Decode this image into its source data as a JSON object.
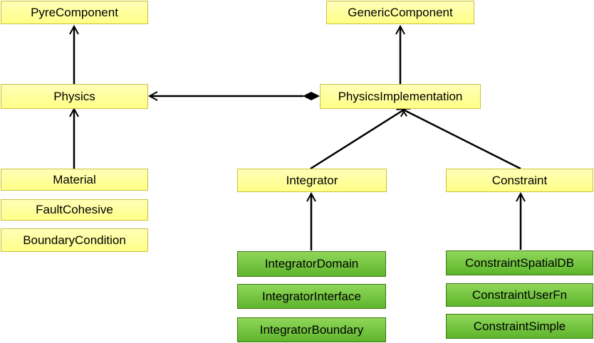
{
  "nodes": {
    "pyre_component": "PyreComponent",
    "generic_component": "GenericComponent",
    "physics": "Physics",
    "physics_implementation": "PhysicsImplementation",
    "material": "Material",
    "fault_cohesive": "FaultCohesive",
    "boundary_condition": "BoundaryCondition",
    "integrator": "Integrator",
    "constraint": "Constraint",
    "integrator_domain": "IntegratorDomain",
    "integrator_interface": "IntegratorInterface",
    "integrator_boundary": "IntegratorBoundary",
    "constraint_spatial_db": "ConstraintSpatialDB",
    "constraint_user_fn": "ConstraintUserFn",
    "constraint_simple": "ConstraintSimple"
  },
  "colors": {
    "abstract_fill": "#ffff99",
    "concrete_fill": "#6cc337",
    "edge": "#000000"
  }
}
